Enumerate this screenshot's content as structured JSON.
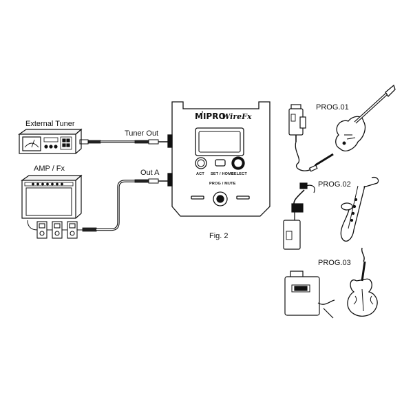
{
  "labels": {
    "external_tuner": "External Tuner",
    "tuner_out": "Tuner Out",
    "amp_fx": "AMP / Fx",
    "out_a": "Out A",
    "fig": "Fig. 2",
    "prog1": "PROG.01",
    "prog2": "PROG.02",
    "prog3": "PROG.03"
  },
  "device": {
    "brand": "MIPRO",
    "model": "WireFx",
    "btn_act": "ACT",
    "btn_set_home": "SET / HOME",
    "btn_select": "SELECT",
    "prog_mute": "PROG / MUTE"
  },
  "icons": [
    "external-tuner-icon",
    "amp-icon",
    "effects-pedal-icon",
    "receiver-device",
    "bodypack-transmitter-icon",
    "electric-guitar-icon",
    "saxophone-icon",
    "violin-icon",
    "cable-icon"
  ]
}
